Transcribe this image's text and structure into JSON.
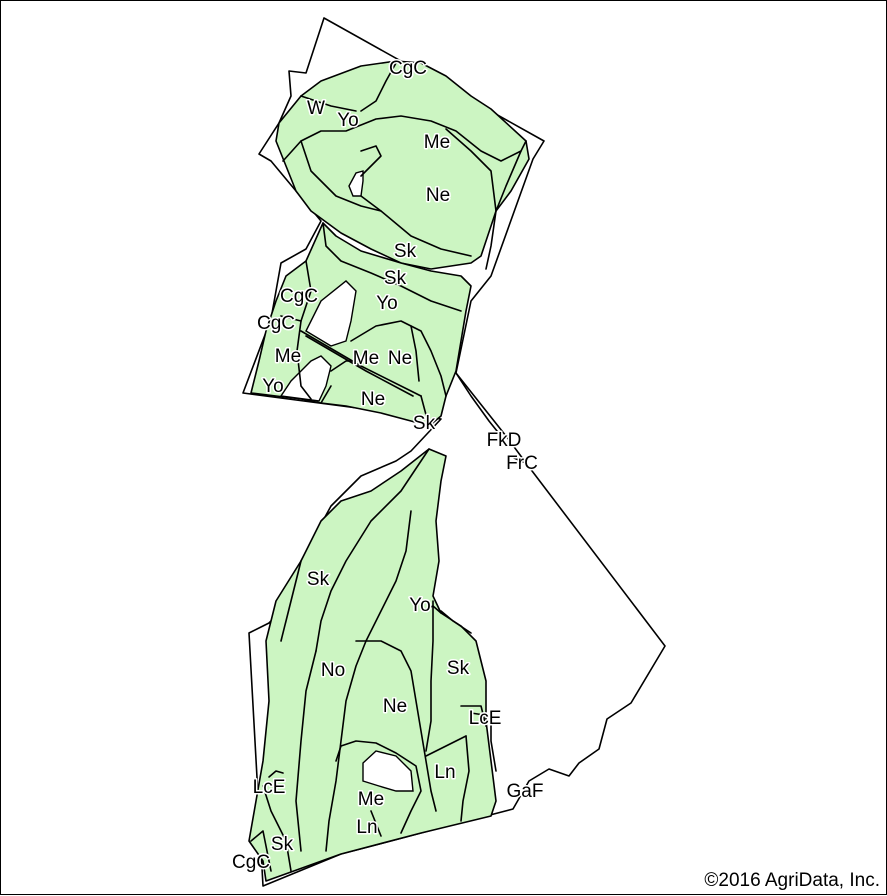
{
  "map": {
    "fill_color": "#ccf5c2",
    "line_color": "#000000",
    "background": "#ffffff",
    "labels": [
      "CgC",
      "W",
      "Yo",
      "Me",
      "Ne",
      "Sk",
      "Sk",
      "CgC",
      "CgC",
      "Yo",
      "Me",
      "Me",
      "Ne",
      "Yo",
      "Ne",
      "Sk",
      "FkD",
      "FrC",
      "Sk",
      "Yo",
      "No",
      "Sk",
      "Ne",
      "LcE",
      "Ln",
      "GaF",
      "LcE",
      "Me",
      "Ln",
      "Sk",
      "CgC"
    ]
  },
  "copyright": "©2016 AgriData, Inc."
}
